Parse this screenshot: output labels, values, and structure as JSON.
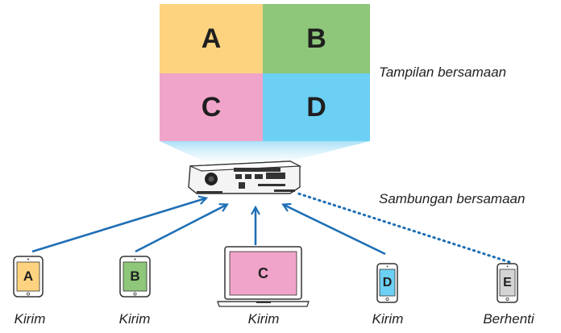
{
  "display": {
    "quadrants": [
      {
        "label": "A",
        "color": "#fdd37f"
      },
      {
        "label": "B",
        "color": "#8ec67a"
      },
      {
        "label": "C",
        "color": "#f1a4c9"
      },
      {
        "label": "D",
        "color": "#6cd0f4"
      }
    ],
    "caption": "Tampilan bersamaan"
  },
  "connection": {
    "caption": "Sambungan bersamaan",
    "arrow_color": "#1f6fb5"
  },
  "devices": [
    {
      "type": "tablet",
      "screen_label": "A",
      "screen_color": "#fdd37f",
      "caption": "Kirim",
      "status": "send"
    },
    {
      "type": "tablet",
      "screen_label": "B",
      "screen_color": "#8ec67a",
      "caption": "Kirim",
      "status": "send"
    },
    {
      "type": "laptop",
      "screen_label": "C",
      "screen_color": "#f1a4c9",
      "caption": "Kirim",
      "status": "send"
    },
    {
      "type": "phone",
      "screen_label": "D",
      "screen_color": "#6cd0f4",
      "caption": "Kirim",
      "status": "send"
    },
    {
      "type": "phone",
      "screen_label": "E",
      "screen_color": "#d4d4d4",
      "caption": "Berhenti",
      "status": "stopped"
    }
  ]
}
